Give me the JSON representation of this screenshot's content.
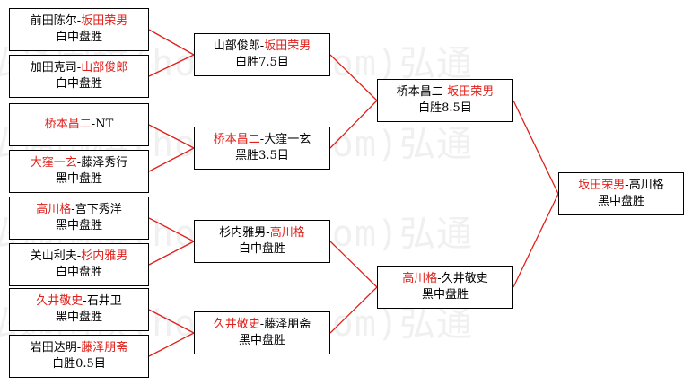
{
  "watermark": [
    "弘通围棋(hootom.com)弘通",
    "弘通围棋(hootom.com)弘通",
    "弘通围棋(hootom.com)弘通",
    "弘通围棋(hootom.com)弘通"
  ],
  "colors": {
    "winner": "#e0201a",
    "line": "#e0201a",
    "border": "#000000"
  },
  "rounds": [
    {
      "name": "round-1",
      "matches": [
        {
          "p1": "前田陈尔",
          "p2": "坂田荣男",
          "winner": 2,
          "result": "白中盘胜"
        },
        {
          "p1": "加田克司",
          "p2": "山部俊郎",
          "winner": 2,
          "result": "白中盘胜"
        },
        {
          "p1": "桥本昌二",
          "p2": "NT",
          "winner": 1,
          "result": ""
        },
        {
          "p1": "大窪一玄",
          "p2": "藤泽秀行",
          "winner": 1,
          "result": "黑中盘胜"
        },
        {
          "p1": "高川格",
          "p2": "宫下秀洋",
          "winner": 1,
          "result": "黑中盘胜"
        },
        {
          "p1": "关山利夫",
          "p2": "杉内雅男",
          "winner": 2,
          "result": "白中盘胜"
        },
        {
          "p1": "久井敬史",
          "p2": "石井卫",
          "winner": 1,
          "result": "黑中盘胜"
        },
        {
          "p1": "岩田达明",
          "p2": "藤泽朋斋",
          "winner": 2,
          "result": "白胜0.5目"
        }
      ]
    },
    {
      "name": "round-2",
      "matches": [
        {
          "p1": "山部俊郎",
          "p2": "坂田荣男",
          "winner": 2,
          "result": "白胜7.5目"
        },
        {
          "p1": "桥本昌二",
          "p2": "大窪一玄",
          "winner": 1,
          "result": "黑胜3.5目"
        },
        {
          "p1": "杉内雅男",
          "p2": "高川格",
          "winner": 2,
          "result": "白中盘胜"
        },
        {
          "p1": "久井敬史",
          "p2": "藤泽朋斋",
          "winner": 1,
          "result": "黑中盘胜"
        }
      ]
    },
    {
      "name": "semifinal",
      "matches": [
        {
          "p1": "桥本昌二",
          "p2": "坂田荣男",
          "winner": 2,
          "result": "白胜8.5目"
        },
        {
          "p1": "高川格",
          "p2": "久井敬史",
          "winner": 1,
          "result": "黑中盘胜"
        }
      ]
    },
    {
      "name": "final",
      "matches": [
        {
          "p1": "坂田荣男",
          "p2": "高川格",
          "winner": 1,
          "result": "黑中盘胜"
        }
      ]
    }
  ]
}
